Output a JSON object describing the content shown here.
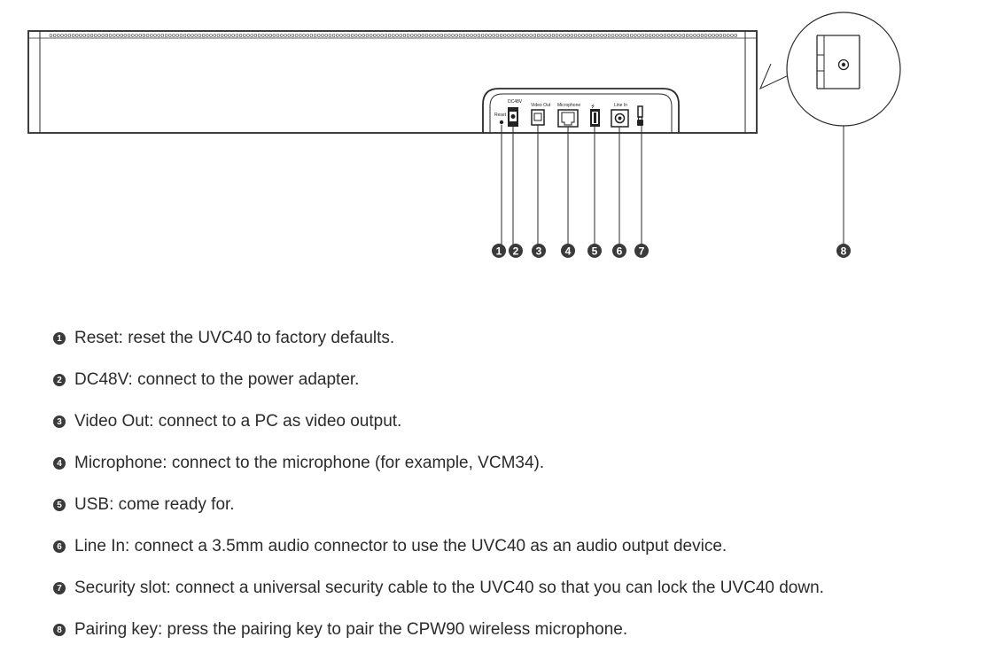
{
  "device": {
    "port_labels": {
      "reset": "Reset",
      "dc": "DC48V",
      "video_out": "Video Out",
      "microphone": "Microphone",
      "line_in": "Line In",
      "usb_symbol": "⭍"
    }
  },
  "callouts": [
    "1",
    "2",
    "3",
    "4",
    "5",
    "6",
    "7",
    "8"
  ],
  "legend": [
    {
      "num": "1",
      "text": "Reset: reset the UVC40 to factory defaults."
    },
    {
      "num": "2",
      "text": "DC48V: connect to the power adapter."
    },
    {
      "num": "3",
      "text": "Video Out: connect to a PC as video output."
    },
    {
      "num": "4",
      "text": "Microphone: connect to the microphone (for example, VCM34)."
    },
    {
      "num": "5",
      "text": "USB: come ready for."
    },
    {
      "num": "6",
      "text": "Line In: connect a 3.5mm audio connector to use the UVC40 as an audio output device."
    },
    {
      "num": "7",
      "text": "Security slot: connect a universal security cable to the UVC40 so that you can lock the UVC40 down."
    },
    {
      "num": "8",
      "text": "Pairing key: press the pairing key to pair the CPW90 wireless microphone."
    }
  ],
  "colors": {
    "line": "#2a2a2a",
    "badge": "#3a3a3a",
    "text": "#2b2b2b"
  }
}
